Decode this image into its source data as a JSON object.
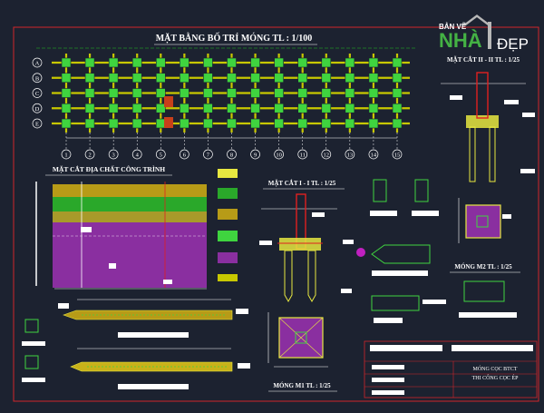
{
  "drawing": {
    "plan_title": "MẶT BẰNG BỐ TRÍ MÓNG  TL : 1/100",
    "section_ii_title": "MẶT CẮT II - II  TL : 1/25",
    "geo_title": "MẶT CẮT ĐỊA CHẤT CÔNG TRÌNH",
    "section_i_title": "MẶT CẮT I - I  TL : 1/25",
    "m1_title": "MÓNG M1  TL : 1/25",
    "m2_title": "MÓNG M2  TL : 1/25",
    "title_block": {
      "line1": "MÓNG CỌC BTCT",
      "line2": "THI CÔNG CỌC ÉP"
    },
    "column_labels": [
      "1",
      "2",
      "3",
      "4",
      "5",
      "6",
      "7",
      "8",
      "9",
      "10",
      "11",
      "12",
      "13",
      "14",
      "15"
    ],
    "row_labels": [
      "A",
      "B",
      "C",
      "D",
      "E"
    ]
  },
  "logo": {
    "top_text": "BẢN VẼ",
    "main_text": "NHÀ",
    "side_text": "ĐẸP"
  },
  "colors": {
    "background": "#1c2230",
    "border": "#d0262a",
    "grid_line": "#c8c800",
    "footing": "#3fd43f",
    "pile_hatch": "#e8e840",
    "rebar": "#e02020",
    "geo_ground": "#b79b17",
    "geo_clay": "#2aa82a",
    "geo_deep": "#8a2fa0",
    "label": "#ffffff",
    "logo_green": "#44b244",
    "logo_grey": "#b8b8b8"
  }
}
